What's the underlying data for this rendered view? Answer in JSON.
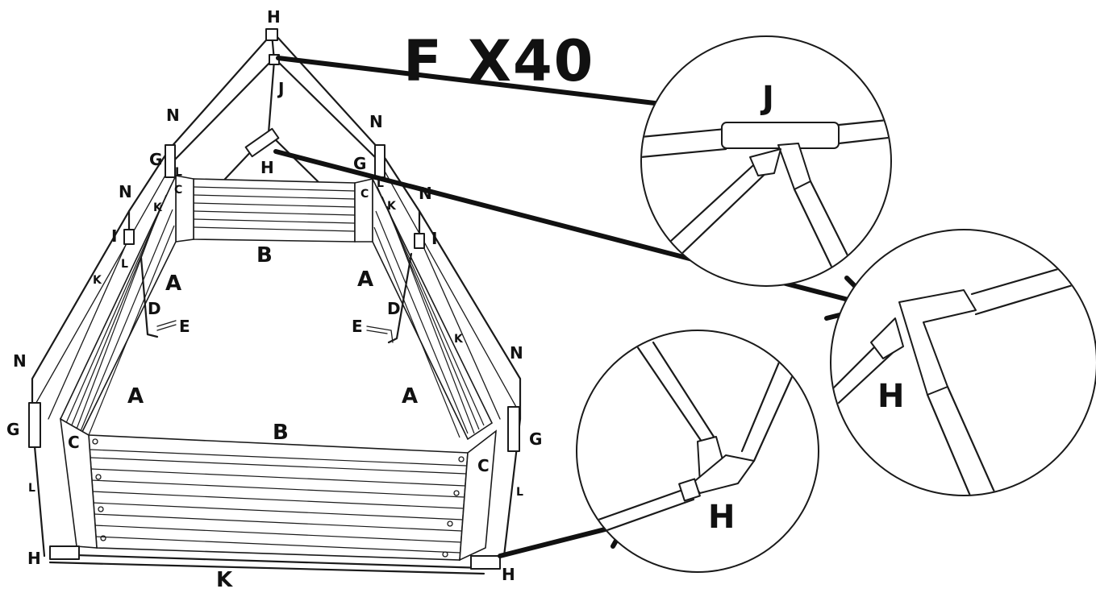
{
  "title": {
    "letter": "F",
    "quantity": "X40"
  },
  "parts": {
    "A": "A",
    "B": "B",
    "C": "C",
    "D": "D",
    "E": "E",
    "G": "G",
    "H": "H",
    "I": "I",
    "J": "J",
    "K": "K",
    "L": "L",
    "N": "N"
  },
  "details": {
    "j": {
      "label": "J"
    },
    "h_top": {
      "label": "H"
    },
    "h_bottom": {
      "label": "H"
    }
  },
  "colors": {
    "line": "#1a1a1a",
    "background": "#ffffff"
  }
}
